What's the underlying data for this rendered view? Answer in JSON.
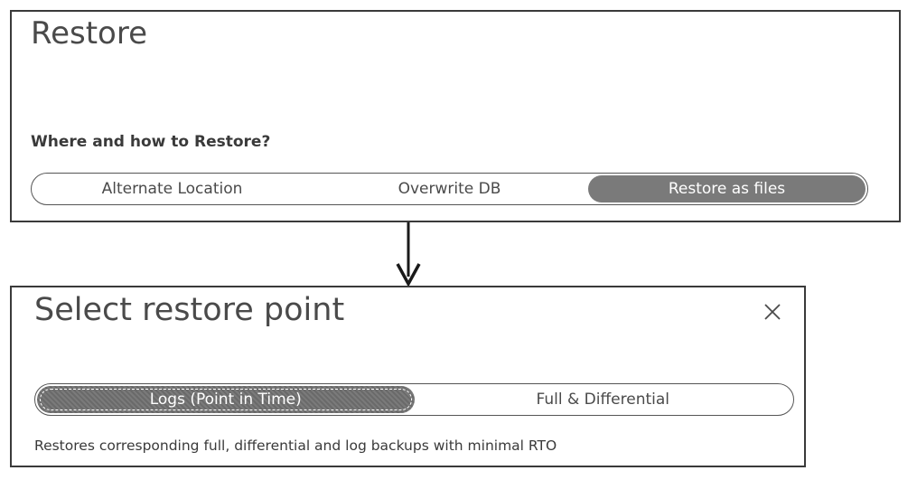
{
  "restore_panel": {
    "title": "Restore",
    "section_label": "Where and how to Restore?",
    "options": [
      {
        "label": "Alternate Location",
        "selected": false
      },
      {
        "label": "Overwrite DB",
        "selected": false
      },
      {
        "label": "Restore as files",
        "selected": true
      }
    ]
  },
  "select_restore_point_panel": {
    "title": "Select restore point",
    "close_icon": "close-icon",
    "options": [
      {
        "label": "Logs (Point in Time)",
        "selected": true
      },
      {
        "label": "Full & Differential",
        "selected": false
      }
    ],
    "description": "Restores corresponding full, differential and log backups with minimal RTO"
  },
  "colors": {
    "selected_segment": "#7a7a7a",
    "border": "#3a3a3a",
    "text": "#4a4a4a"
  }
}
